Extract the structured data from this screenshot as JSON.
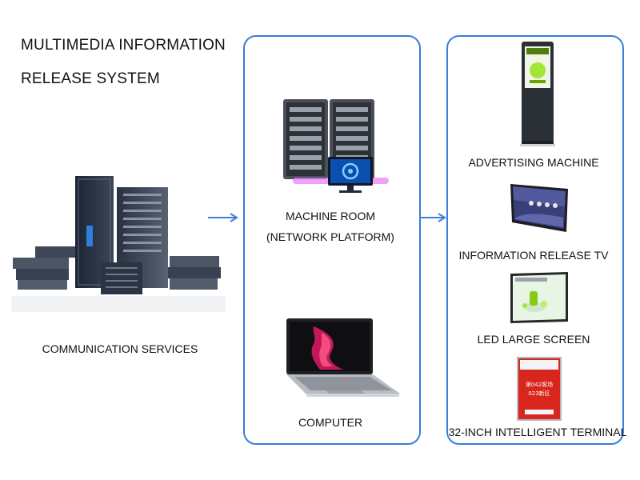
{
  "title": {
    "line1": "MULTIMEDIA INFORMATION",
    "line2": "RELEASE SYSTEM"
  },
  "source": {
    "label": "COMMUNICATION SERVICES",
    "icon": "server-cluster-icon"
  },
  "platform": {
    "machine_room_line1": "MACHINE ROOM",
    "machine_room_line2": "(NETWORK PLATFORM)",
    "computer_label": "COMPUTER"
  },
  "terminals": {
    "advertising_machine": "ADVERTISING MACHINE",
    "information_release_tv": "INFORMATION RELEASE TV",
    "led_large_screen": "LED LARGE SCREEN",
    "intelligent_terminal": "32-INCH INTELLIGENT TERMINAL",
    "terminal_screen_text_1": "第042客场",
    "terminal_screen_text_2": "023新区"
  },
  "colors": {
    "panel_border": "#3a7ed8",
    "arrow": "#3a7ed8",
    "terminal_red": "#d8261c"
  }
}
